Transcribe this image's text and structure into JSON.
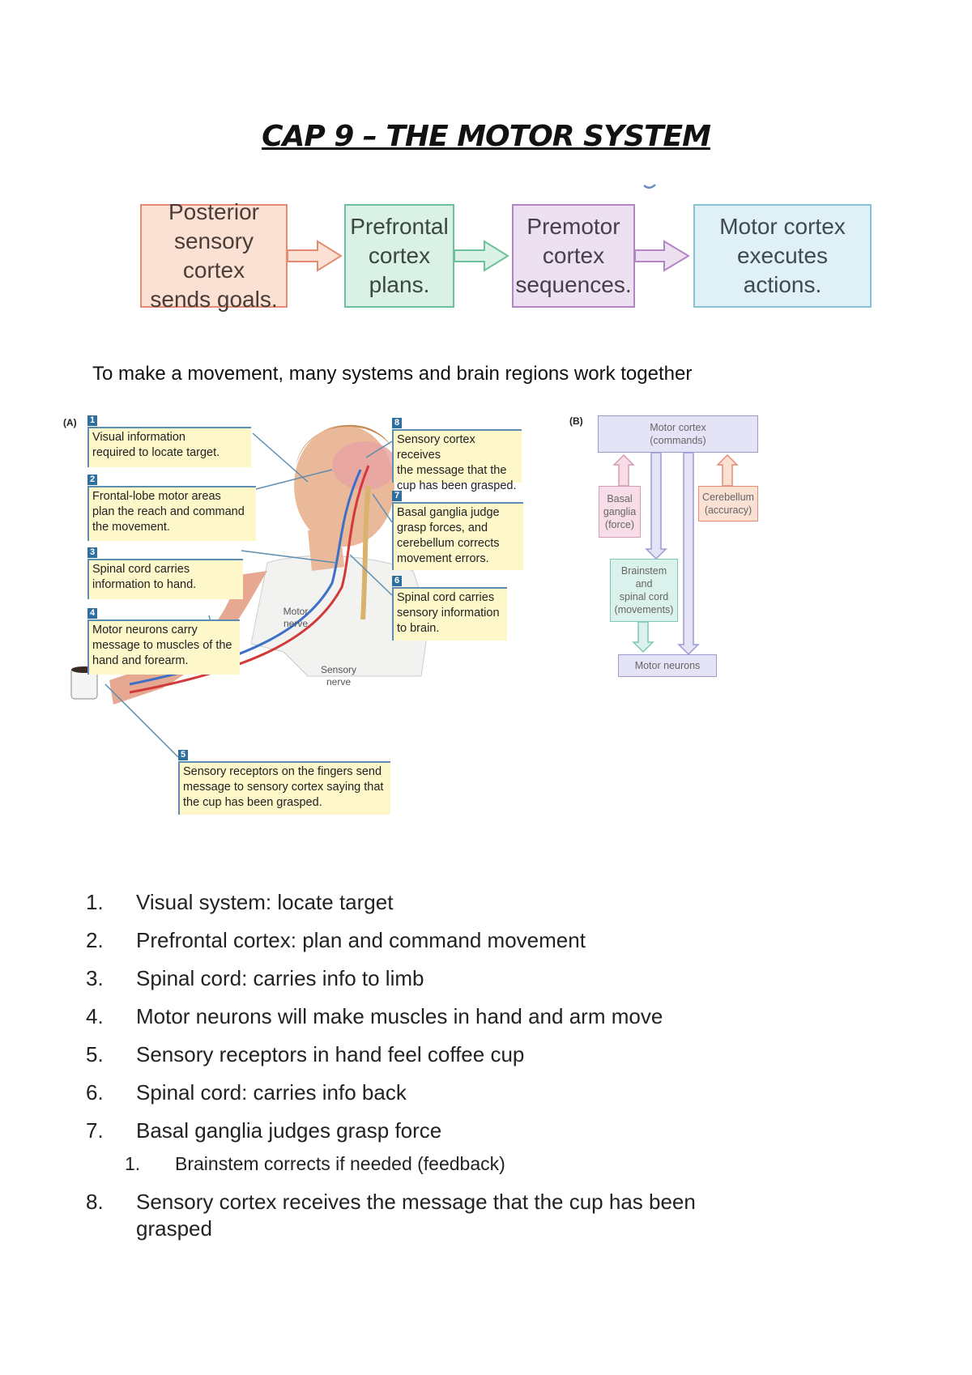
{
  "title": "CAP 9 – THE MOTOR SYSTEM",
  "flow": [
    {
      "text": "Posterior\nsensory cortex\nsends goals.",
      "color": "#fbe0d4",
      "border": "#e58c73"
    },
    {
      "text": "Prefrontal\ncortex\nplans.",
      "color": "#d9f1e6",
      "border": "#6cc09b"
    },
    {
      "text": "Premotor\ncortex\nsequences.",
      "color": "#ece0f1",
      "border": "#b485c4"
    },
    {
      "text": "Motor cortex\nexecutes actions.",
      "color": "#dff0f6",
      "border": "#86c3d6"
    }
  ],
  "subtitle": "To make a movement, many systems and brain regions work together",
  "figure_a": {
    "panel_label": "(A)",
    "callouts": [
      {
        "num": "1",
        "text": "Visual information\nrequired to locate target."
      },
      {
        "num": "2",
        "text": "Frontal-lobe motor areas\nplan the reach and command\nthe movement."
      },
      {
        "num": "3",
        "text": "Spinal cord carries\ninformation to hand."
      },
      {
        "num": "4",
        "text": "Motor neurons carry\nmessage to muscles of the\nhand and forearm."
      },
      {
        "num": "5",
        "text": "Sensory receptors on the fingers send\nmessage to sensory cortex saying that\nthe cup has been grasped."
      },
      {
        "num": "6",
        "text": "Spinal cord carries\nsensory information\nto brain."
      },
      {
        "num": "7",
        "text": "Basal ganglia judge\ngrasp forces, and\ncerebellum corrects\nmovement errors."
      },
      {
        "num": "8",
        "text": "Sensory cortex receives\nthe message that the\ncup has been grasped."
      }
    ],
    "motor_nerve": "Motor\nnerve",
    "sensory_nerve": "Sensory\nnerve"
  },
  "figure_b": {
    "panel_label": "(B)",
    "motor_cortex": "Motor cortex\n(commands)",
    "basal_ganglia": "Basal\nganglia\n(force)",
    "cerebellum": "Cerebellum\n(accuracy)",
    "brainstem": "Brainstem\nand\nspinal cord\n(movements)",
    "motor_neurons": "Motor neurons"
  },
  "list": [
    {
      "n": "1.",
      "text": "Visual system: locate target"
    },
    {
      "n": "2.",
      "text": "Prefrontal cortex: plan and command movement"
    },
    {
      "n": "3.",
      "text": "Spinal cord: carries info to limb"
    },
    {
      "n": "4.",
      "text": "Motor neurons will make muscles in hand and arm move"
    },
    {
      "n": "5.",
      "text": "Sensory receptors in hand feel coffee cup"
    },
    {
      "n": "6.",
      "text": "Spinal cord: carries info back"
    },
    {
      "n": "7.",
      "text": "Basal ganglia judges grasp force"
    },
    {
      "n": "1.",
      "text": "Brainstem corrects if needed (feedback)",
      "sub": true
    },
    {
      "n": "8.",
      "text": "Sensory cortex receives the message that the cup has been grasped"
    }
  ]
}
